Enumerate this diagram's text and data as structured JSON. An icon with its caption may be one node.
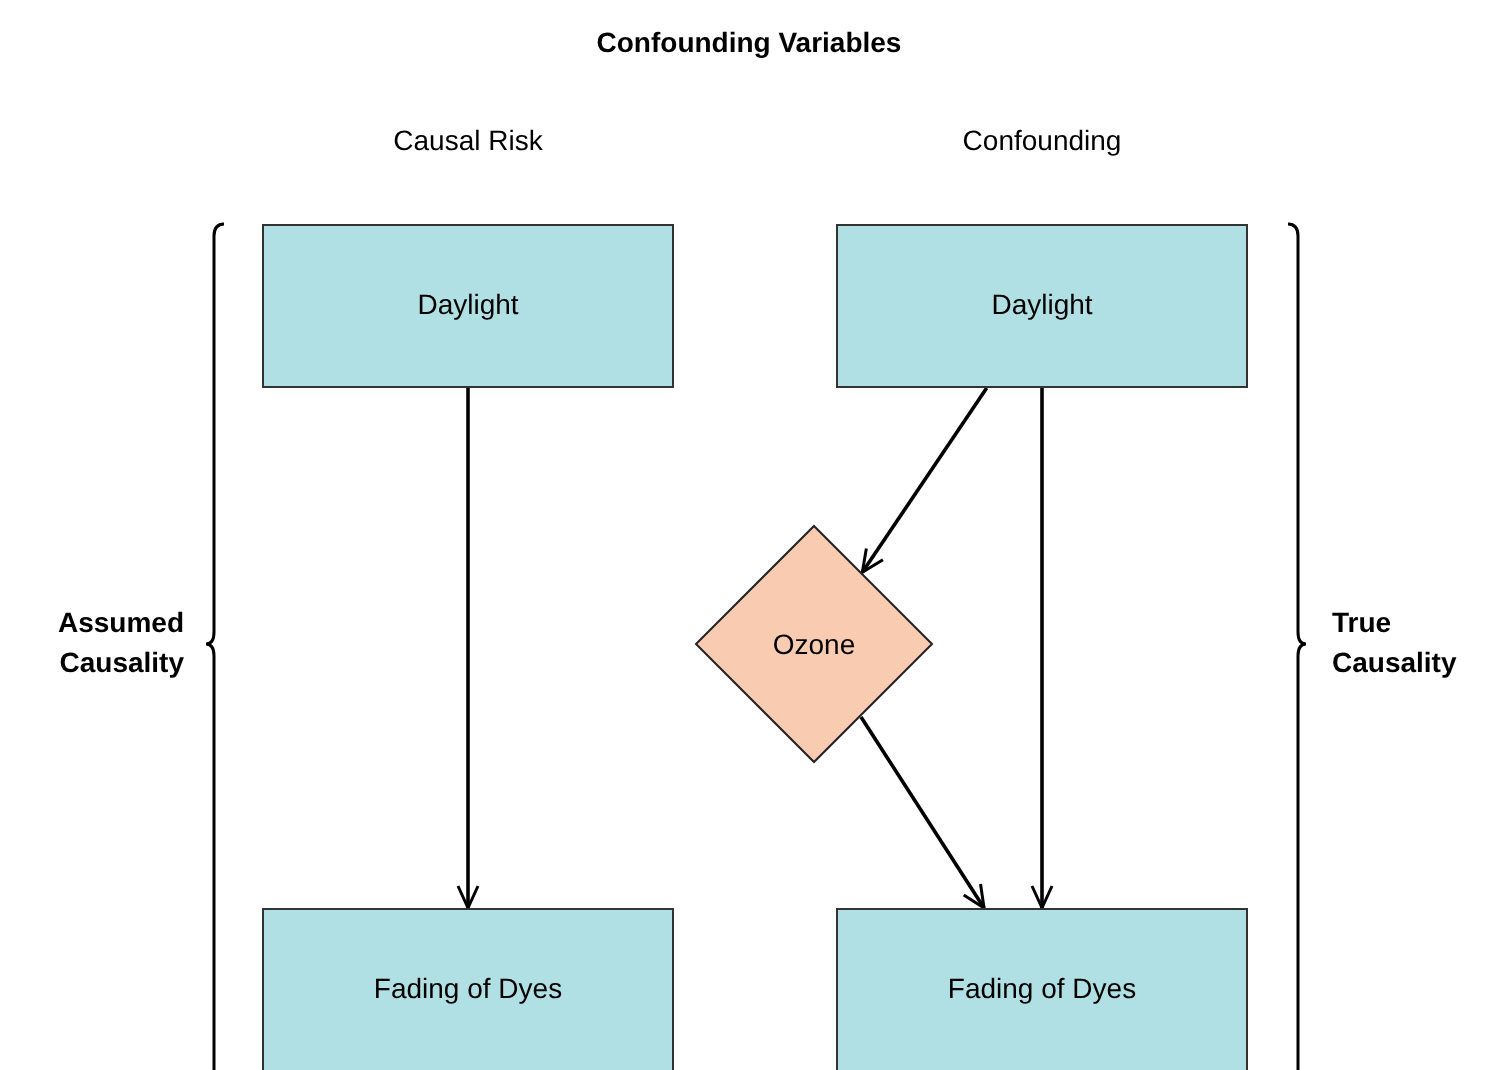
{
  "diagram": {
    "title": "Confounding Variables",
    "nodes": [
      {
        "text": [
          "Daylight"
        ]
      },
      {
        "text": [
          "Fading of Dyes"
        ]
      },
      {
        "text": [
          "Daylight"
        ]
      },
      {
        "text": [
          "Ozone"
        ]
      },
      {
        "text": [
          "Fading of Dyes"
        ]
      }
    ],
    "edges": [
      {
        "from": 0,
        "to": 1,
        "arrow": "to"
      },
      {
        "from": 2,
        "to": 3,
        "arrow": "to"
      },
      {
        "from": 2,
        "to": 4,
        "arrow": "to"
      },
      {
        "from": 3,
        "to": 4,
        "arrow": "to"
      }
    ],
    "labels": [
      "Causal Risk",
      "Confounding",
      "Assumed Causality",
      "True Causality"
    ]
  }
}
